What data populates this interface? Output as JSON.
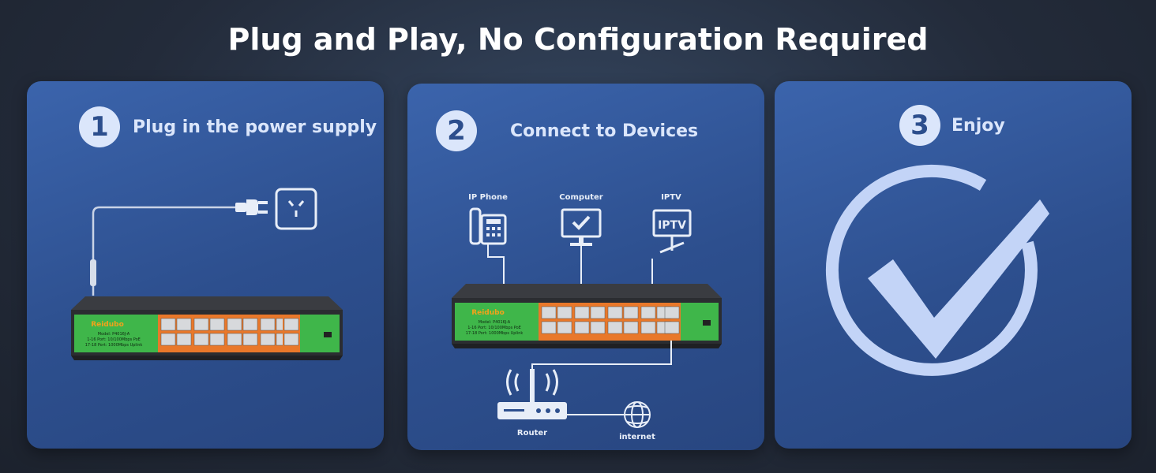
{
  "headline": "Plug and Play, No Configuration Required",
  "steps": [
    {
      "number": "1",
      "label": "Plug in the power supply"
    },
    {
      "number": "2",
      "label": "Connect to Devices"
    },
    {
      "number": "3",
      "label": "Enjoy"
    }
  ],
  "switch": {
    "brand": "Reidubo",
    "model": "Model: P4016J-A",
    "line1": "1-16 Port: 10/100Mbps PoE",
    "line2": "17-18 Port: 1000Mbps Uplink"
  },
  "devices": {
    "ip_phone": "IP Phone",
    "computer": "Computer",
    "iptv": "IPTV",
    "iptv_screen": "IPTV",
    "router": "Router",
    "internet": "internet"
  },
  "icons": [
    "power-plug-icon",
    "wall-socket-icon",
    "ip-phone-icon",
    "computer-icon",
    "iptv-icon",
    "router-icon",
    "globe-icon",
    "checkmark-icon"
  ],
  "colors": {
    "card": "#3b64ac",
    "accent_light": "#dbe6fb",
    "switch_green": "#3fb64a",
    "port_orange": "#e9782a",
    "switch_body": "#2f3135"
  }
}
